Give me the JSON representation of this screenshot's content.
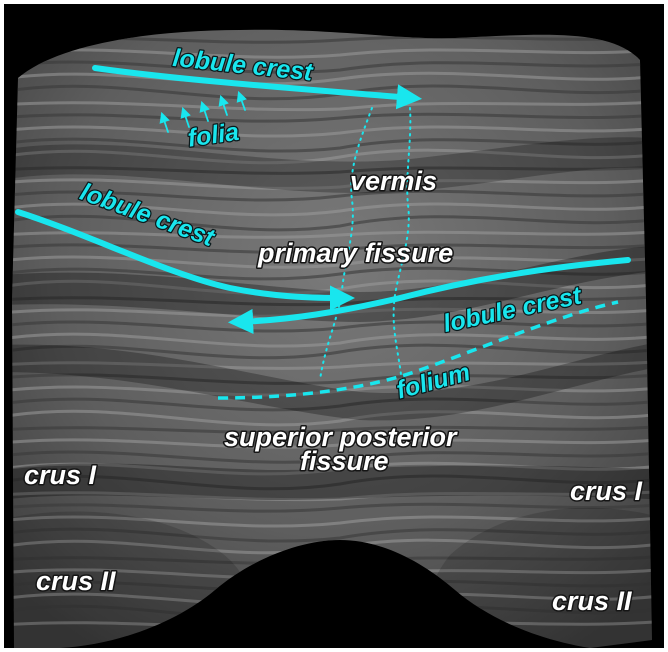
{
  "labels": {
    "lobule_crest_top": "lobule crest",
    "folia": "folia",
    "vermis": "vermis",
    "lobule_crest_left": "lobule crest",
    "primary_fissure": "primary fissure",
    "lobule_crest_right": "lobule crest",
    "folium": "folium",
    "superior_posterior_line1": "superior posterior",
    "superior_posterior_line2": "fissure",
    "crus_i_left": "crus I",
    "crus_i_right": "crus I",
    "crus_ii_left": "crus II",
    "crus_ii_right": "crus II"
  },
  "colors": {
    "annotation": "#19e6ee",
    "label": "#ffffff",
    "background": "#000000",
    "surface": "#6b6b6b"
  }
}
